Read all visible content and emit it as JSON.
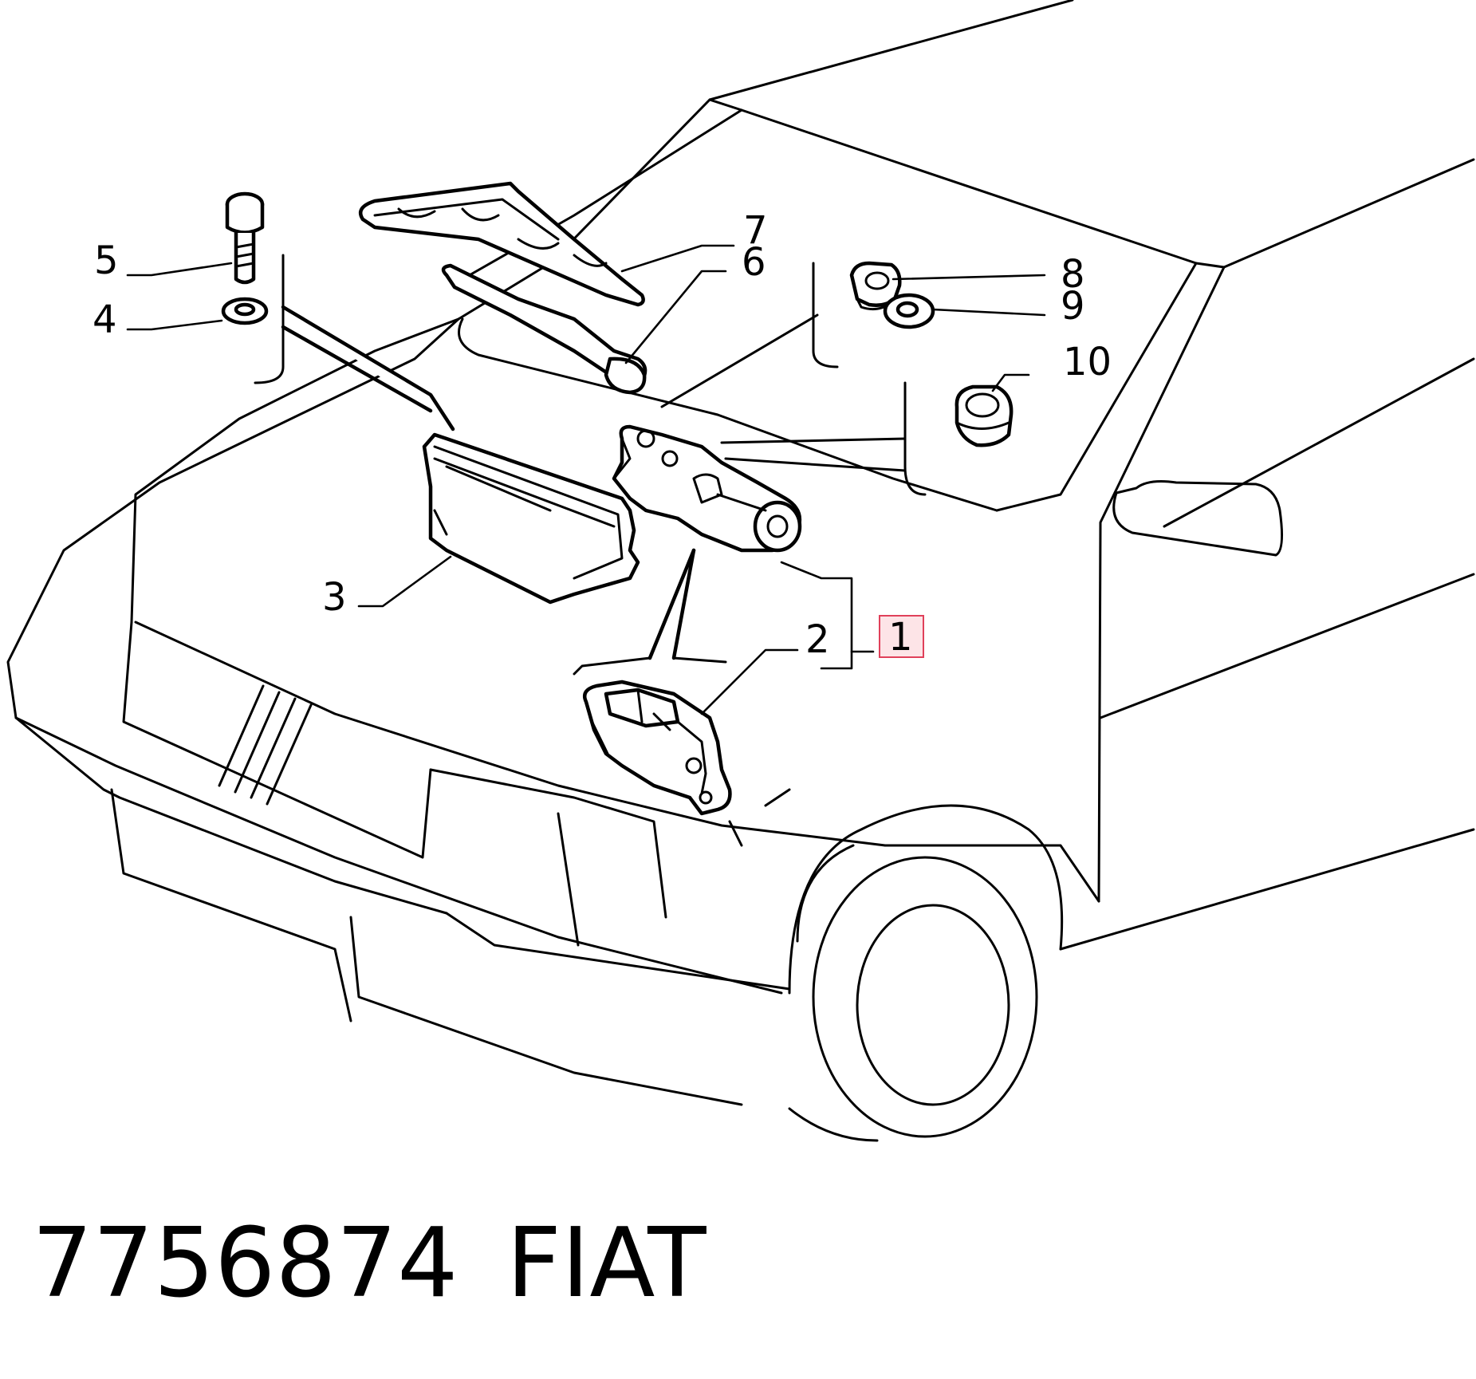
{
  "diagram": {
    "callouts": [
      {
        "id": "1",
        "label": "1",
        "highlighted": true
      },
      {
        "id": "2",
        "label": "2"
      },
      {
        "id": "3",
        "label": "3"
      },
      {
        "id": "4",
        "label": "4"
      },
      {
        "id": "5",
        "label": "5"
      },
      {
        "id": "6",
        "label": "6"
      },
      {
        "id": "7",
        "label": "7"
      },
      {
        "id": "8",
        "label": "8"
      },
      {
        "id": "9",
        "label": "9"
      },
      {
        "id": "10",
        "label": "10"
      }
    ],
    "highlight_color": "#e0405a",
    "highlight_fill": "#fde4e7",
    "line_color": "#000000"
  },
  "footer": {
    "part_number": "7756874",
    "brand": "FIAT"
  }
}
